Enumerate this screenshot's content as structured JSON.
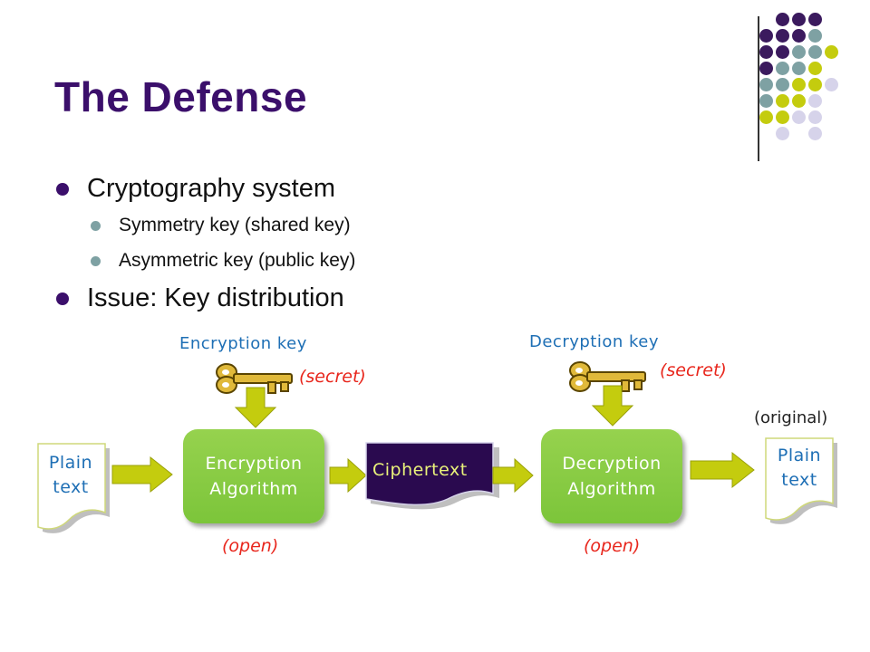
{
  "slide": {
    "title": "The Defense",
    "bullets": [
      {
        "text": "Cryptography system",
        "sub": [
          "Symmetry key (shared key)",
          "Asymmetric key (public key)"
        ]
      },
      {
        "text": "Issue: Key distribution",
        "sub": []
      }
    ]
  },
  "diagram": {
    "encryption_key_label": "Encryption key",
    "decryption_key_label": "Decryption key",
    "secret_label_1": "(secret)",
    "secret_label_2": "(secret)",
    "open_label_1": "(open)",
    "open_label_2": "(open)",
    "original_label": "(original)",
    "plaintext_in": [
      "Plain",
      "text"
    ],
    "plaintext_out": [
      "Plain",
      "text"
    ],
    "encryption_algorithm": [
      "Encryption",
      "Algorithm"
    ],
    "decryption_algorithm": [
      "Decryption",
      "Algorithm"
    ],
    "ciphertext": "Ciphertext"
  },
  "colors": {
    "title": "#3b0f6b",
    "bullet_primary": "#3b0f6b",
    "bullet_secondary": "#7ea1a3",
    "algorithm_box": "#7cc53a",
    "arrow": "#c4cc0e",
    "ciphertext_box": "#2a0a4f",
    "label_blue": "#1e6fb5",
    "label_red": "#e8261c",
    "dot_palette": [
      "#3b1a5e",
      "#7ea1a3",
      "#c4cc0e",
      "#d6d3ea"
    ]
  },
  "icons": [
    "key-icon",
    "down-arrow-icon",
    "right-arrow-icon",
    "document-icon"
  ]
}
